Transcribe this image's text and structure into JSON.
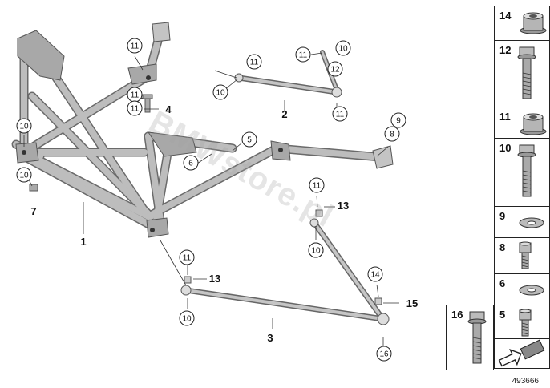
{
  "diagram": {
    "callouts_main": [
      "11",
      "11",
      "10",
      "11",
      "10",
      "10",
      "11",
      "12",
      "10",
      "11",
      "11",
      "5",
      "6",
      "9",
      "8",
      "11",
      "10",
      "11",
      "10",
      "14",
      "10",
      "16"
    ],
    "labels_main": [
      "4",
      "7",
      "1",
      "2",
      "13",
      "13",
      "3",
      "15"
    ]
  },
  "sidebar": {
    "items": [
      {
        "num": "14",
        "icon": "flange-nut-icon"
      },
      {
        "num": "12",
        "icon": "hex-bolt-long-icon"
      },
      {
        "num": "11",
        "icon": "flange-nut-icon"
      },
      {
        "num": "10",
        "icon": "hex-bolt-long-icon"
      },
      {
        "num": "9",
        "icon": "washer-icon"
      },
      {
        "num": "8",
        "icon": "socket-head-screw-icon"
      },
      {
        "num": "6",
        "icon": "washer-icon"
      },
      {
        "num": "16",
        "icon": "hex-bolt-long-icon"
      },
      {
        "num": "5",
        "icon": "socket-head-screw-icon"
      }
    ],
    "orientation_icon": "direction-arrow-icon"
  },
  "watermark": "BMWstore.pl",
  "reference_number": "493666",
  "colors": {
    "tube": "#b9b9b9",
    "tube_dark": "#8a8a8a",
    "outline": "#5a5a5a",
    "line": "#222222"
  }
}
